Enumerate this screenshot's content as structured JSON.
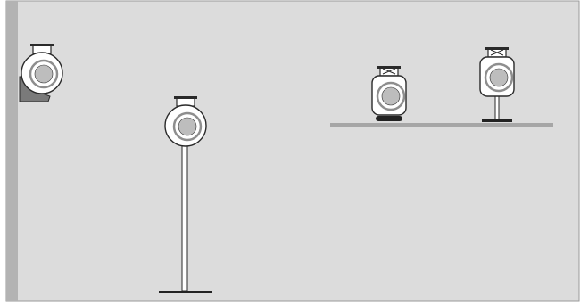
{
  "illustration": {
    "colors": {
      "background": "#dcdcdc",
      "frame": "#9a9a9a",
      "wall": "#b3b3b3",
      "shelf": "#a6a6a6",
      "speaker_body": "#ffffff",
      "speaker_outline": "#2a2a2a",
      "driver_cone": "#bdbdbd",
      "driver_surround": "#8e8e8e",
      "bracket": "#7a7a7a",
      "stand_base": "#222222"
    },
    "scenes": [
      {
        "mount": "wall-bracket",
        "icon": "wall-mounted-speaker-icon"
      },
      {
        "mount": "floor-stand",
        "icon": "floor-stand-speaker-icon"
      },
      {
        "mount": "shelf-table-base",
        "icon": "shelf-speaker-table-base-icon"
      },
      {
        "mount": "shelf-table-stand",
        "icon": "shelf-speaker-table-stand-icon"
      }
    ]
  }
}
